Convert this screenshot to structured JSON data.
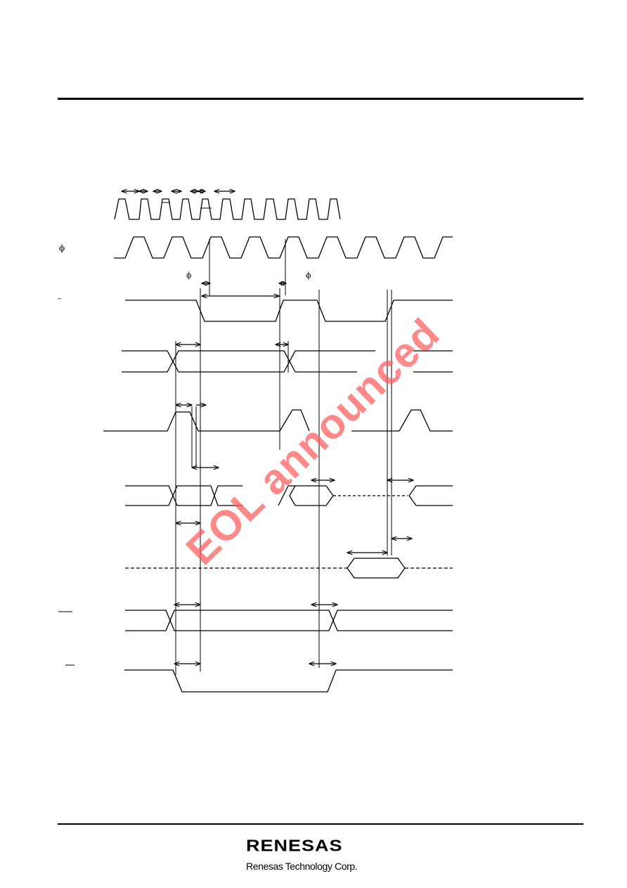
{
  "labels": {
    "phi": "ϕ",
    "phi_a": "ϕ",
    "phi_b": "ϕ"
  },
  "watermark": "EOL announced",
  "footer": {
    "brand": "RENESAS",
    "company": "Renesas Technology Corp."
  },
  "colors": {
    "watermark": "#ff5a5a",
    "ink": "#000000"
  }
}
